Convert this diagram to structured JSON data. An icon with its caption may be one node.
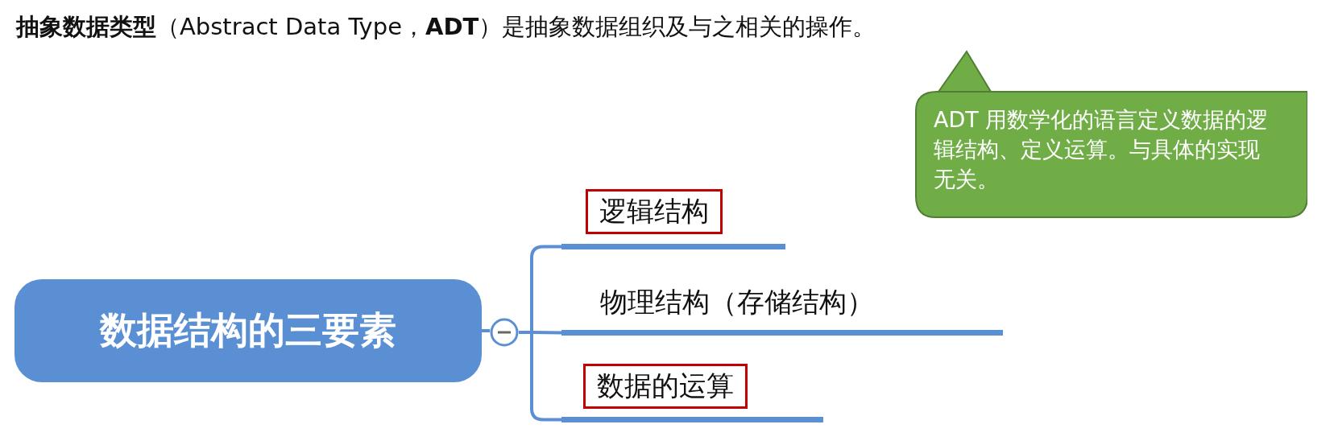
{
  "diagram": {
    "nodes": [
      {
        "text": [
          "数据结构的三要素"
        ]
      },
      {
        "text": [],
        "shape": "circle"
      },
      {
        "text": [
          "逻辑结构"
        ]
      },
      {
        "text": [
          "物理结构（存储结构）"
        ]
      },
      {
        "text": [
          "数据的运算"
        ]
      },
      {
        "text": [
          "ADT 用数学化的语言定义数据的逻辑结构、定义运算。与具体的实现无关。"
        ]
      }
    ],
    "edges": [
      {
        "from": 0,
        "to": 1,
        "arrow": "none"
      },
      {
        "from": 1,
        "to": 2,
        "arrow": "none"
      },
      {
        "from": 1,
        "to": 3,
        "arrow": "none"
      },
      {
        "from": 1,
        "to": 4,
        "arrow": "none"
      }
    ],
    "labels": [
      "**抽象数据类型**（Abstract Data Type，**ADT**）是抽象数据组织及与之相关的操作。"
    ]
  }
}
